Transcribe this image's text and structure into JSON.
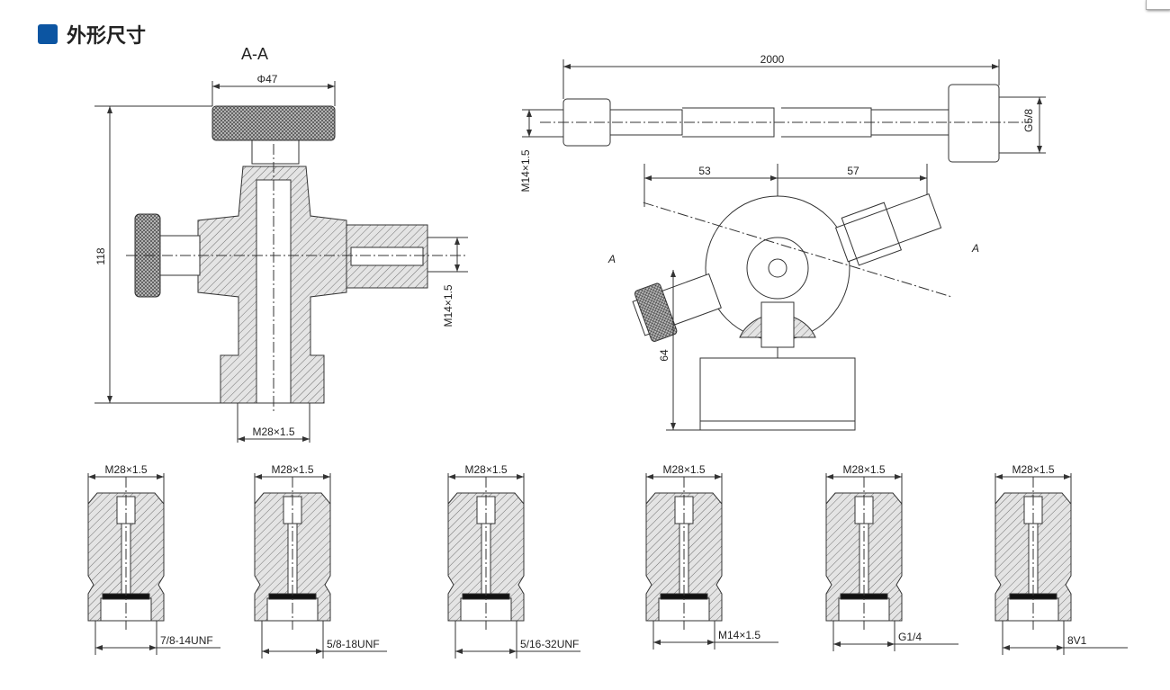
{
  "header": {
    "title": "外形尺寸",
    "accent": "#0c55a2"
  },
  "section_view": {
    "label": "A-A",
    "dia": "Φ47",
    "height": "118",
    "side_thread": "M14×1.5",
    "bottom_thread": "M28×1.5"
  },
  "hose": {
    "length": "2000",
    "left_thread": "M14×1.5",
    "right_thread": "G5/8"
  },
  "top_view": {
    "left": "53",
    "right": "57",
    "height": "64",
    "cut_a1": "A",
    "cut_a2": "A"
  },
  "fittings": [
    {
      "top": "M28×1.5",
      "bottom": "7/8-14UNF"
    },
    {
      "top": "M28×1.5",
      "bottom": "5/8-18UNF"
    },
    {
      "top": "M28×1.5",
      "bottom": "5/16-32UNF"
    },
    {
      "top": "M28×1.5",
      "bottom": "M14×1.5"
    },
    {
      "top": "M28×1.5",
      "bottom": "G1/4"
    },
    {
      "top": "M28×1.5",
      "bottom": "8V1"
    }
  ]
}
